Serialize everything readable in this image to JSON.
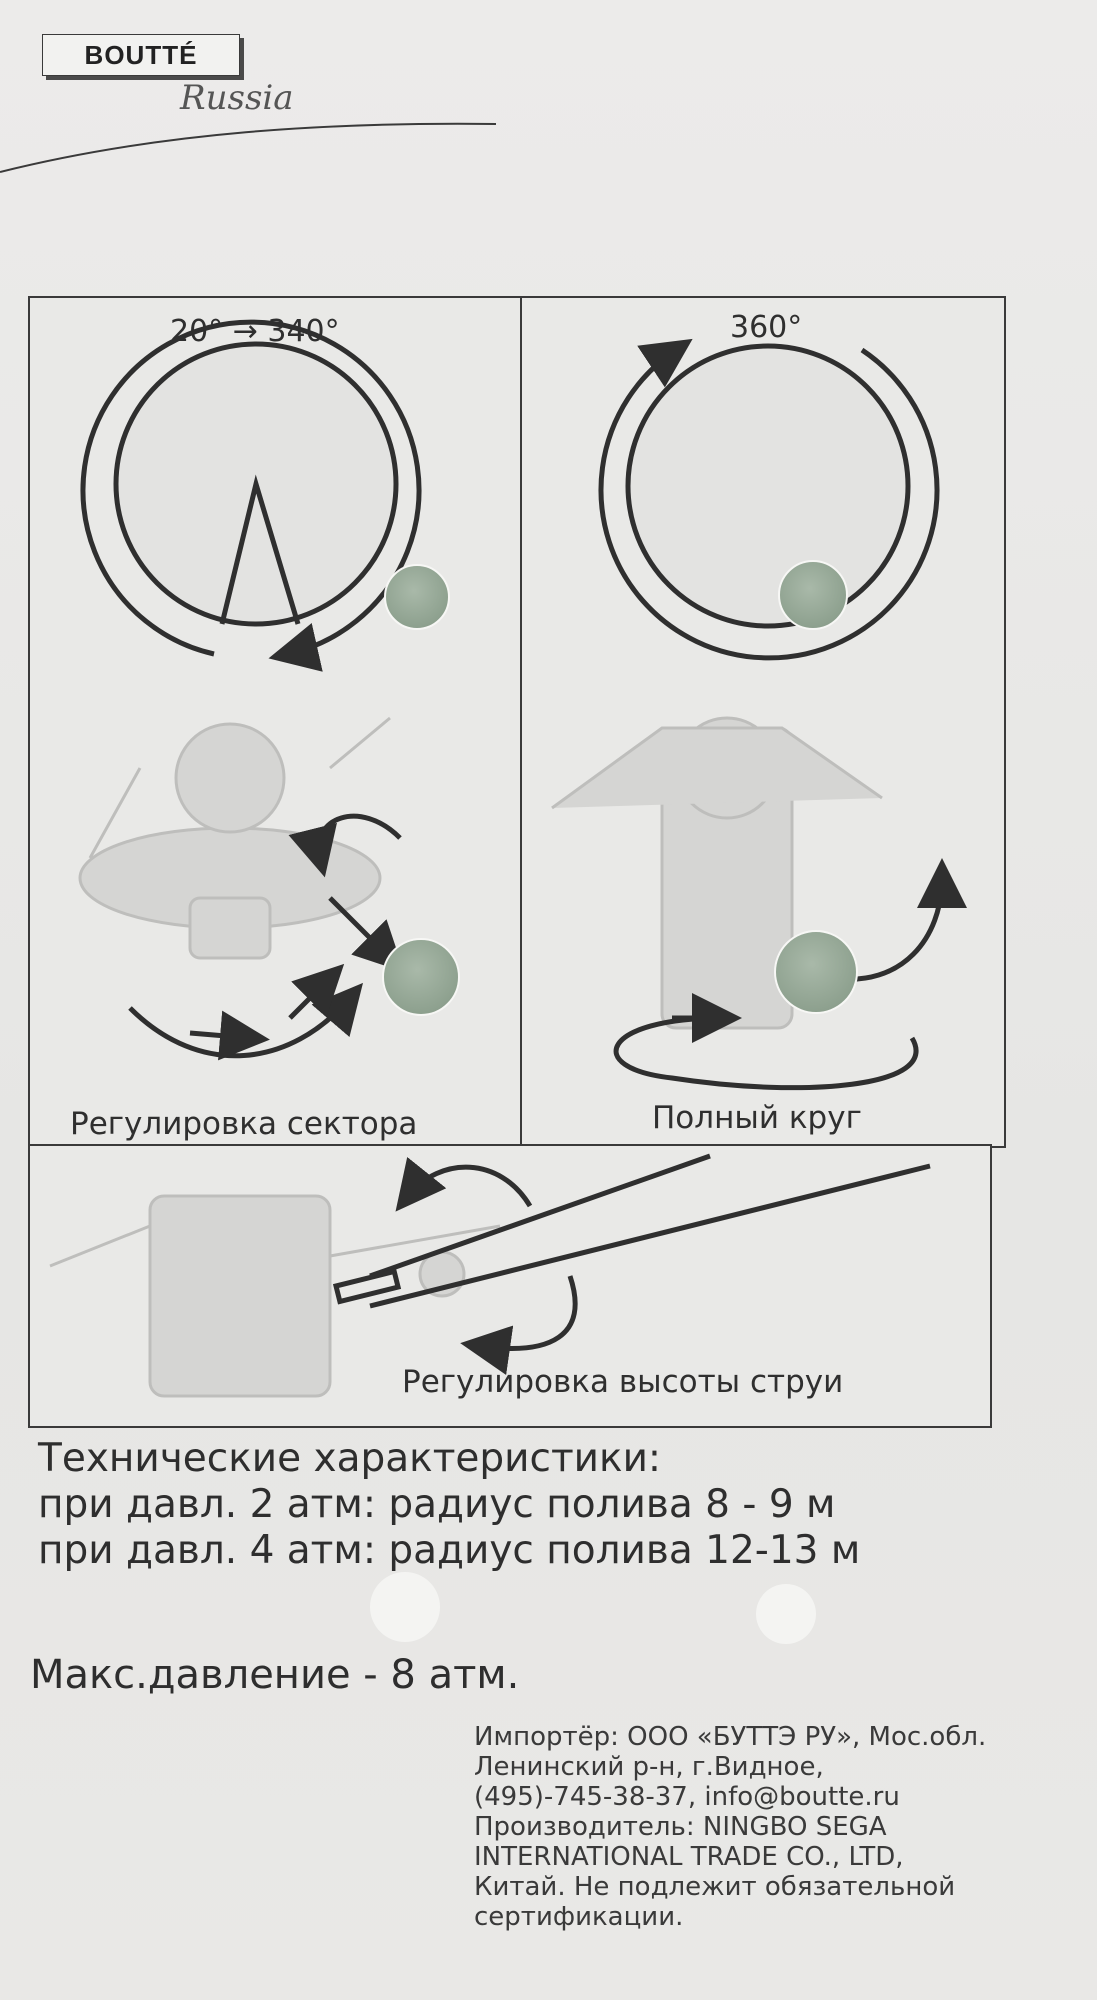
{
  "brand": {
    "logo_text": "BOUTTÉ",
    "script_text": "Russia"
  },
  "panels": {
    "sector": {
      "angle_label": "20° → 340°",
      "caption": "Регулировка сектора"
    },
    "full": {
      "angle_label": "360°",
      "caption": "Полный круг"
    },
    "height": {
      "caption": "Регулировка высоты струи"
    }
  },
  "specs": {
    "title": "Технические характеристики:",
    "line1": "при давл. 2 атм: радиус полива   8 - 9 м",
    "line2": "при давл. 4 атм: радиус полива 12-13 м"
  },
  "max_pressure": "Макс.давление - 8 атм.",
  "importer": {
    "lines": [
      "Импортёр: ООО «БУТТЭ РУ», Мос.обл.",
      "Ленинский р-н, г.Видное,",
      "(495)-745-38-37, info@boutte.ru",
      "Производитель: NINGBO SEGA",
      "INTERNATIONAL TRADE CO., LTD,",
      "Китай. Не подлежит обязательной",
      "сертификации."
    ]
  },
  "colors": {
    "ink": "#2f2f2f",
    "paper": "#e9e9e7",
    "hole": "#8ea18f"
  },
  "icons": {
    "rotation": "curved-arrow-icon",
    "sprinkler": "impact-sprinkler-icon"
  }
}
